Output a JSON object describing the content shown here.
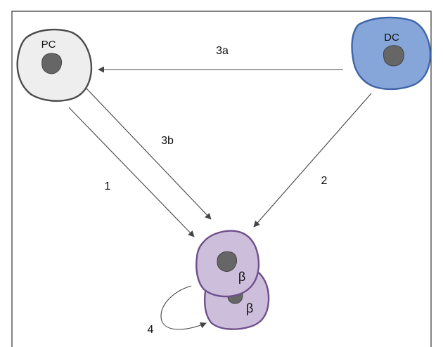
{
  "diagram": {
    "cells": {
      "pc": {
        "label": "PC",
        "fill": "#eeeeee",
        "stroke": "#4a4a4a",
        "nucleus": "#666666"
      },
      "dc": {
        "label": "DC",
        "fill": "#86a6da",
        "stroke": "#3f65a8",
        "nucleus": "#666666"
      },
      "beta1": {
        "label": "β",
        "fill": "#cdbfdb",
        "stroke": "#6e4f8a",
        "nucleus": "#666666"
      },
      "beta2": {
        "label": "β",
        "fill": "#cdbfdb",
        "stroke": "#6e4f8a",
        "nucleus": "#666666"
      }
    },
    "arrows": {
      "a1": {
        "label": "1"
      },
      "a2": {
        "label": "2"
      },
      "a3a": {
        "label": "3a"
      },
      "a3b": {
        "label": "3b"
      },
      "a4": {
        "label": "4"
      }
    },
    "colors": {
      "border": "#333333",
      "arrow": "#444444"
    }
  }
}
